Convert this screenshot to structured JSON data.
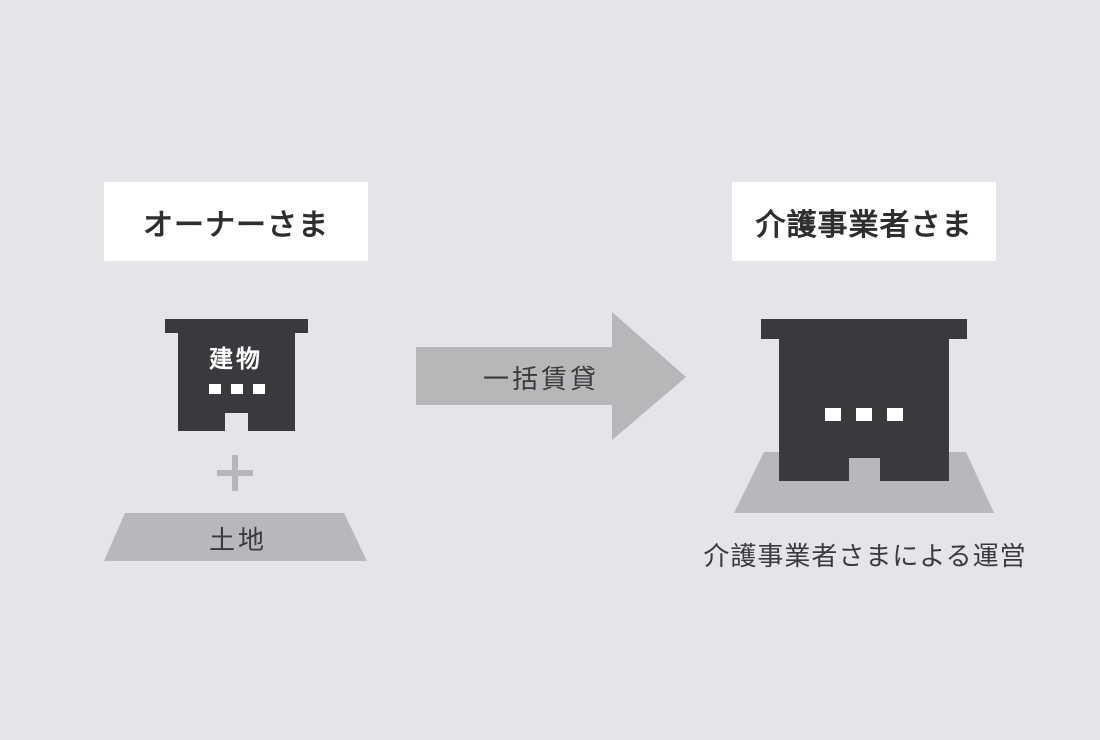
{
  "owner": {
    "label": "オーナーさま",
    "building_label": "建物",
    "land_label": "土地"
  },
  "transaction": {
    "label": "一括賃貸"
  },
  "operator": {
    "label": "介護事業者さま",
    "caption": "介護事業者さまによる運営"
  },
  "colors": {
    "background": "#e3e5e8",
    "building": "#3a393d",
    "ground": "#b7b8bc",
    "arrow": "#b5b7b9",
    "plus": "#b5b7b9",
    "label_box": "#ffffff",
    "text": "#3a3a3c"
  },
  "icons": {
    "building": "building-icon",
    "plus": "plus-icon",
    "arrow": "right-arrow-icon"
  }
}
